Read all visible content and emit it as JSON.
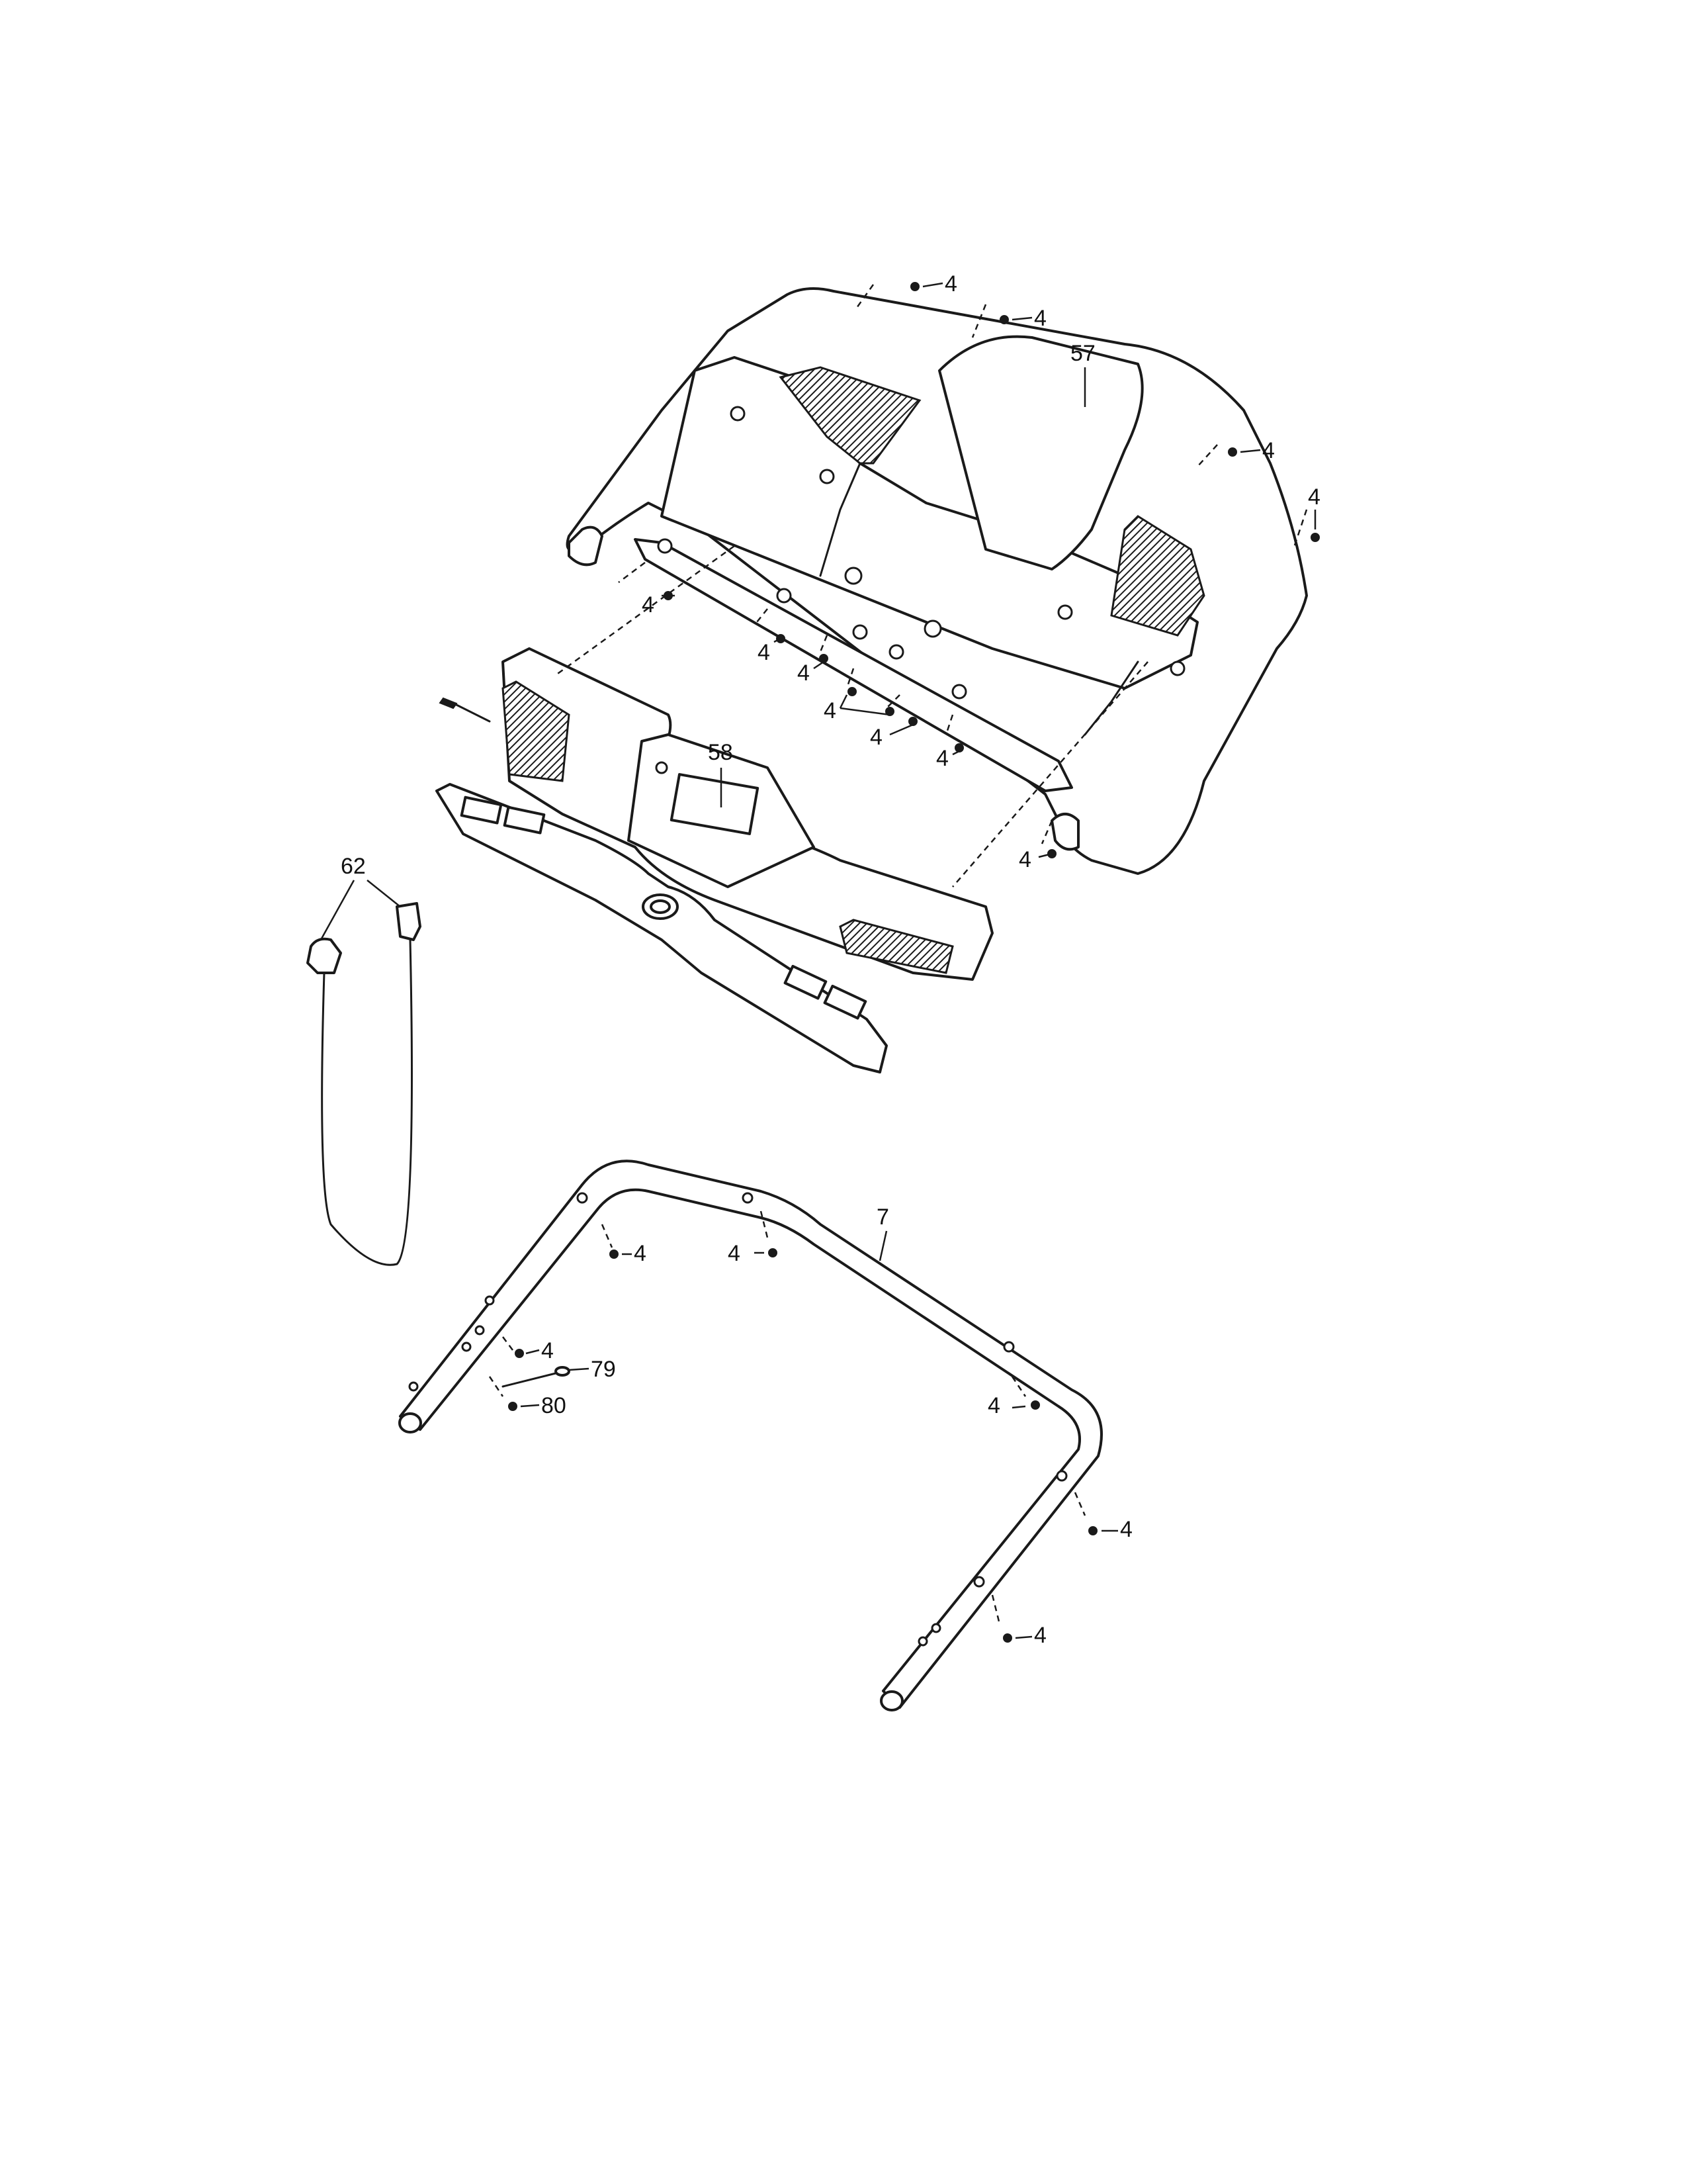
{
  "parts": {
    "motor_hood": "57",
    "console": "58",
    "safety_key": "62",
    "upright_bar": "7",
    "screw": "4",
    "wire_tie": "79",
    "ground_screw": "80"
  },
  "colors": {
    "line": "#1a1a1a",
    "background": "#ffffff"
  }
}
